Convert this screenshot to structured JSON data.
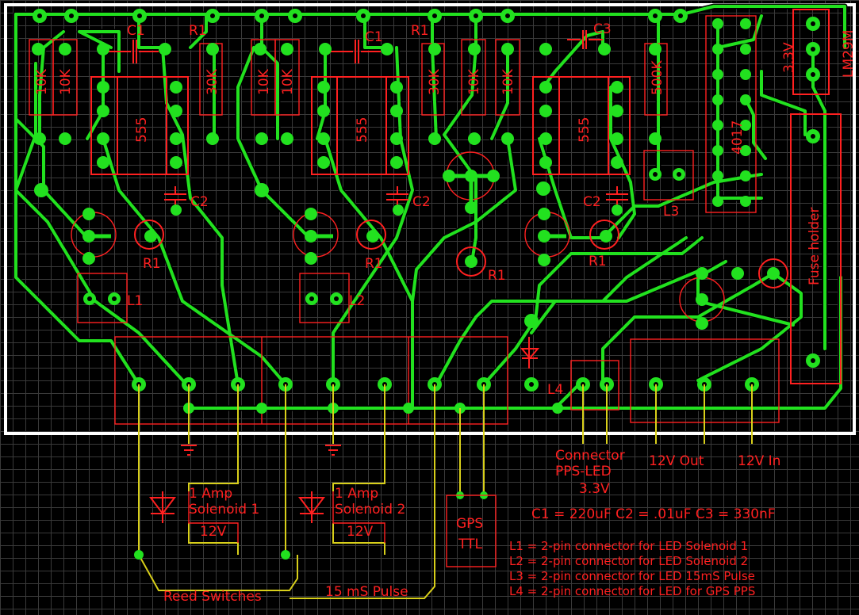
{
  "labels": {
    "c1_a": "C1",
    "r1_a": "R1",
    "r10k_a": "10K",
    "r10k_b": "10K",
    "r30k_a": "30K",
    "ic555_a": "555",
    "c2_a": "C2",
    "r1_a2": "R1",
    "l1": "L1",
    "c1_b": "C1",
    "r1_b": "R1",
    "r10k_c": "10K",
    "r10k_d": "10K",
    "r30k_b": "30K",
    "ic555_b": "555",
    "c2_b": "C2",
    "r1_b2": "R1",
    "l2": "L2",
    "c3": "C3",
    "r10k_e": "10K",
    "r10k_f": "10K",
    "r500k": "500K",
    "ic555_c": "555",
    "c2_c": "C2",
    "r1_c2": "R1",
    "l3": "L3",
    "r1_mid": "R1",
    "l4": "L4",
    "ic4017": "4017",
    "reg_v": "3.3V",
    "reg_part": "LM29M",
    "fuse": "Fuse holder",
    "connector_a": "Connector",
    "connector_b": "PPS-LED",
    "connector_c": "3.3V",
    "out12": "12V Out",
    "in12": "12V In",
    "cap_values": "C1 = 220uF   C2 = .01uF   C3 = 330nF",
    "legend_l1": "L1 = 2-pin connector for LED Solenoid 1",
    "legend_l2": "L2 = 2-pin connector for LED Solenoid 2",
    "legend_l3": "L3 = 2-pin connector for LED 15mS Pulse",
    "legend_l4": "L4 = 2-pin connector for LED for GPS PPS",
    "sol1_a": "1 Amp",
    "sol1_b": "Solenoid 1",
    "sol1_v": "12V",
    "sol2_a": "1 Amp",
    "sol2_b": "Solenoid 2",
    "sol2_v": "12V",
    "gps_a": "GPS",
    "gps_b": "TTL",
    "reed": "Reed Switches",
    "pulse": "15 mS Pulse"
  },
  "colors": {
    "trace": "#22e11f",
    "silk": "#ff2020",
    "wire": "#d8cf1a",
    "board_outline": "#ffffff",
    "grid": "#3a3a3a"
  }
}
